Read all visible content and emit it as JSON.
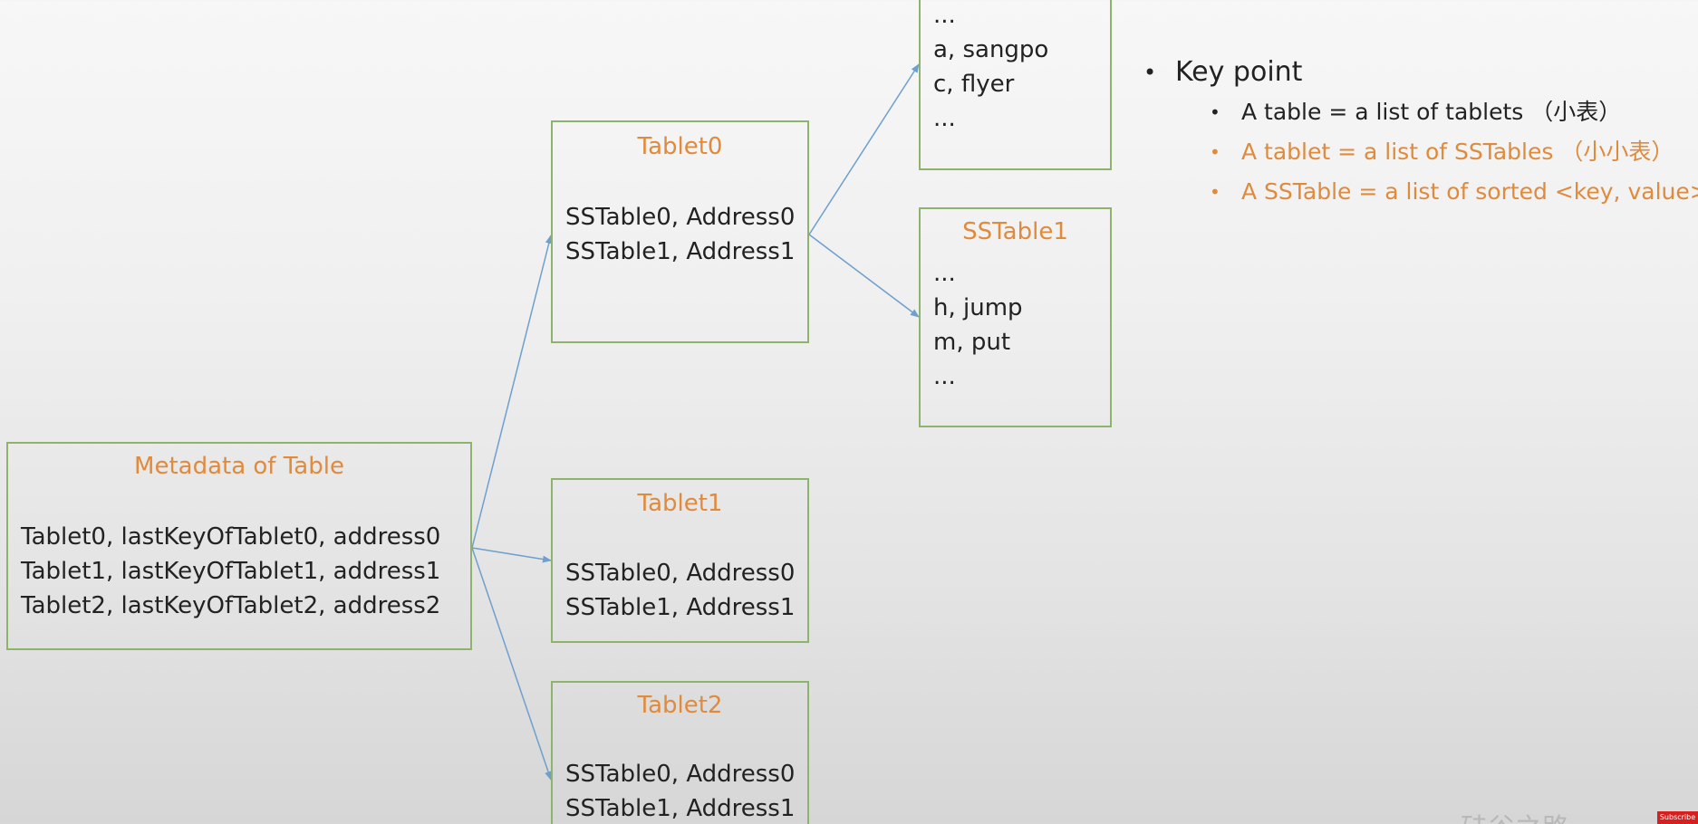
{
  "metadata_box": {
    "title": "Metadata of Table",
    "lines": [
      "Tablet0, lastKeyOfTablet0, address0",
      "Tablet1, lastKeyOfTablet1, address1",
      "Tablet2, lastKeyOfTablet2, address2"
    ]
  },
  "tablet0": {
    "title": "Tablet0",
    "lines": [
      "SSTable0, Address0",
      "SSTable1, Address1"
    ]
  },
  "tablet1": {
    "title": "Tablet1",
    "lines": [
      "SSTable0, Address0",
      "SSTable1, Address1"
    ]
  },
  "tablet2": {
    "title": "Tablet2",
    "lines": [
      "SSTable0, Address0",
      "SSTable1, Address1"
    ]
  },
  "sstable0": {
    "lines": [
      "...",
      "a, sangpo",
      "c, flyer",
      "..."
    ]
  },
  "sstable1": {
    "title": "SSTable1",
    "lines": [
      "...",
      "h, jump",
      "m, put",
      "..."
    ]
  },
  "key_points": {
    "heading": "Key point",
    "items": [
      "A table = a list of tablets （小表）",
      "A tablet = a list of SSTables （小小表）",
      "A SSTable = a list of sorted <key, value>"
    ]
  },
  "colors": {
    "box_border": "#8db36c",
    "title_orange": "#e08a3c",
    "arrow_blue": "#6e9fce",
    "text_dark": "#222222"
  },
  "watermark": "硅谷之路",
  "subscribe_badge": "Subscribe"
}
